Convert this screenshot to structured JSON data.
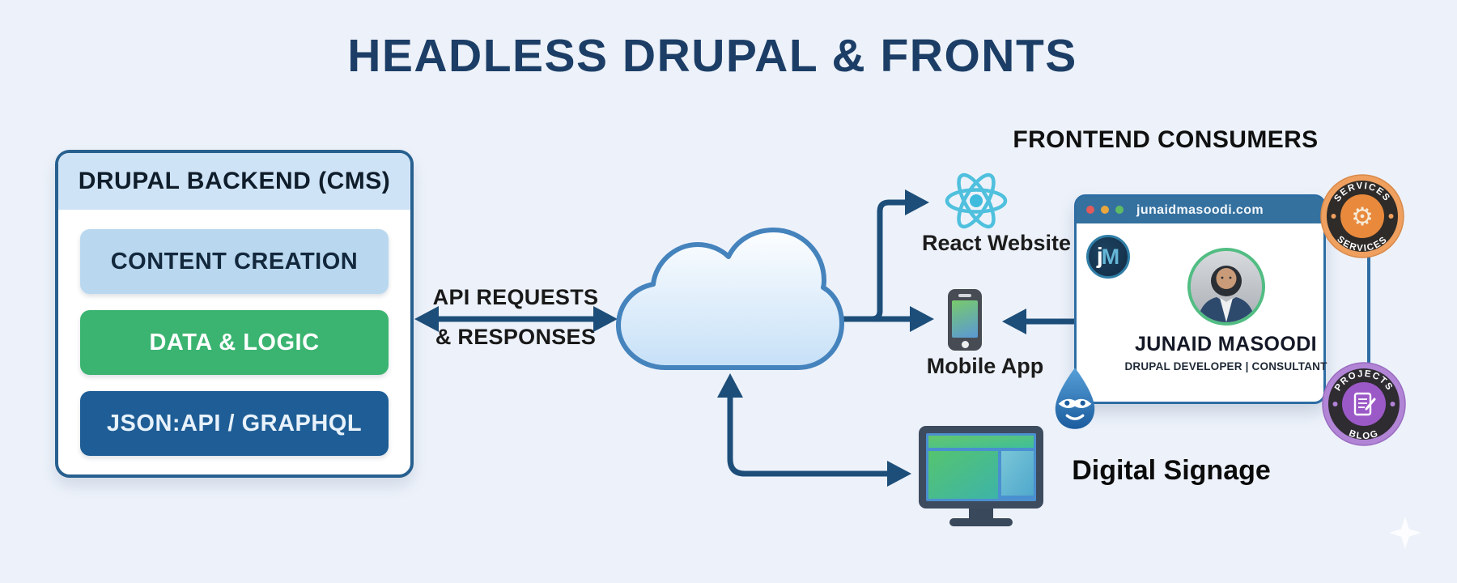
{
  "title": "HEADLESS DRUPAL & FRONTS",
  "backend": {
    "header": "DRUPAL BACKEND (CMS)",
    "layers": [
      {
        "label": "CONTENT CREATION",
        "color": "#b9d8f0"
      },
      {
        "label": "DATA & LOGIC",
        "color": "#3ab470"
      },
      {
        "label": "JSON:API / GRAPHQL",
        "color": "#1e5d95"
      }
    ]
  },
  "api_link": {
    "line1": "API REQUESTS",
    "line2": "& RESPONSES"
  },
  "frontend": {
    "header": "FRONTEND CONSUMERS",
    "react_label": "React Website",
    "mobile_label": "Mobile App",
    "signage_label": "Digital Signage"
  },
  "browser": {
    "url": "junaidmasoodi.com",
    "logo_j": "j",
    "logo_m": "M",
    "name": "JUNAID MASOODI",
    "role": "DRUPAL DEVELOPER | CONSULTANT"
  },
  "badges": {
    "services": {
      "top": "SERVICES",
      "bottom": "SERVICES",
      "icon": "gear-wrench-icon",
      "color": "#e8893c"
    },
    "projects": {
      "top": "PROJECTS",
      "bottom": "BLOG",
      "icon": "note-pencil-icon",
      "color": "#9b59c7"
    }
  },
  "icons": {
    "cloud": "cloud-icon",
    "react": "react-atom-icon",
    "phone": "smartphone-icon",
    "monitor": "digital-signage-monitor-icon",
    "drupal": "drupal-drop-icon",
    "gear_glyph": "⚙"
  },
  "colors": {
    "background": "#edf2fa",
    "title_navy": "#1c3e66",
    "box_border": "#27608f",
    "header_bg": "#cfe3f6",
    "arrow": "#1d4e79",
    "react_cyan": "#4fc0dd",
    "browser_bar": "#35719f",
    "photo_ring_green": "#52bd83",
    "badge_orange": "#e8893c",
    "badge_purple": "#9b59c7"
  }
}
